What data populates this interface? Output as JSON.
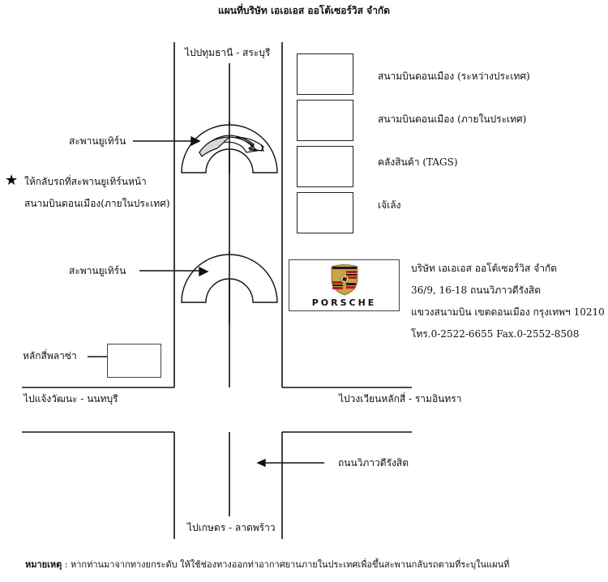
{
  "title": "แผนที่บริษัท เอเอเอส  ออโต้เซอร์วิส จำกัด",
  "roads": {
    "north": "ไปปทุมธานี - สระบุรี",
    "west": "ไปแจ้งวัฒนะ - นนทบุรี",
    "east": "ไปวงเวียนหลักสี่ - รามอินทรา",
    "south": "ไปเกษตร - ลาดพร้าว",
    "main_road": "ถนนวิภาวดีรังสิต"
  },
  "landmarks": {
    "airport_international": "สนามบินดอนเมือง (ระหว่างประเทศ)",
    "airport_domestic": "สนามบินดอนเมือง (ภายในประเทศ)",
    "cargo": "คลังสินค้า (TAGS)",
    "chiang_leng": "เจ้เล้ง",
    "laksi_plaza": "หลักสี่พลาซ่า",
    "u_turn_bridge_upper": "สะพานยูเทิร์น",
    "u_turn_bridge_lower": "สะพานยูเทิร์น"
  },
  "star_note": {
    "icon": "star-icon",
    "line1": "ให้กลับรถที่สะพานยูเทิร์นหน้า",
    "line2": "สนามบินดอนเมือง(ภายในประเทศ)"
  },
  "company": {
    "logo_text": "PORSCHE",
    "name": "บริษัท เอเอเอส ออโต้เซอร์วิส จำกัด",
    "address1": "36/9, 16-18  ถนนวิภาวดีรังสิต",
    "address2": "แขวงสนามบิน  เขตดอนเมือง  กรุงเทพฯ 10210",
    "phone": "โทร.0-2522-6655  Fax.0-2552-8508"
  },
  "footnote": {
    "label": "หมายเหตุ",
    "text": " : หากท่านมาจากทางยกระดับ ให้ใช้ช่องทางออกท่าอากาศยานภายในประเทศเพื่อขึ้นสะพานกลับรถตามที่ระบุในแผนที่"
  },
  "colors": {
    "line": "#111111",
    "bridge_fill": "#ffffff",
    "bridge_path_fill": "#d9d9d9",
    "crest_gold": "#c9a24a",
    "crest_red": "#b51c1c",
    "crest_black": "#1a1a1a"
  }
}
